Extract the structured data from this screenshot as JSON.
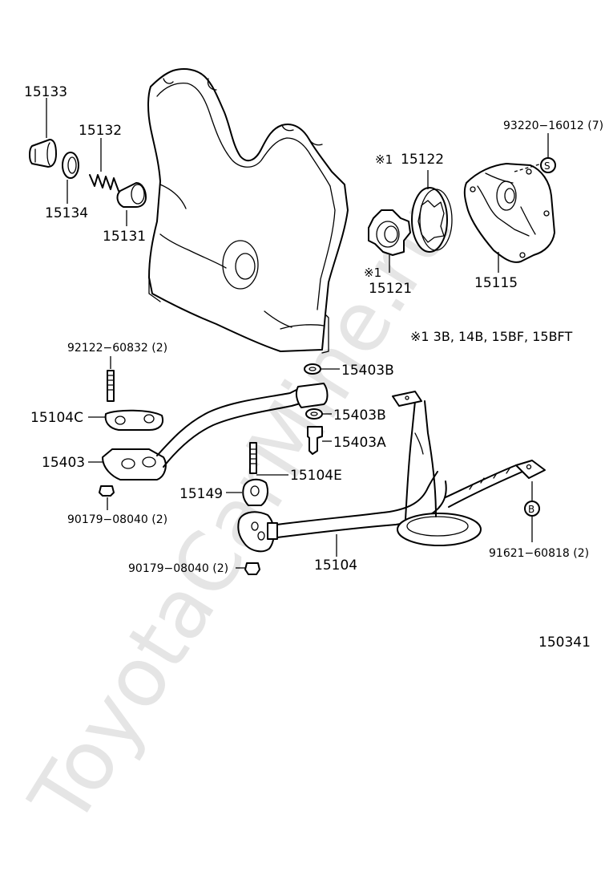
{
  "labels": {
    "p15133": "15133",
    "p15132": "15132",
    "p15134": "15134",
    "p15131": "15131",
    "bolt_93220": "93220−16012 (7)",
    "mark_s": "S",
    "mark_1_top": "※1",
    "p15122": "15122",
    "mark_1_bottom": "※1",
    "p15121": "15121",
    "p15115": "15115",
    "note": "※1 3B, 14B, 15BF, 15BFT",
    "stud_92122": "92122−60832 (2)",
    "p15403B_a": "15403B",
    "p15104C": "15104C",
    "p15403B_b": "15403B",
    "p15403A": "15403A",
    "p15403": "15403",
    "p15104E": "15104E",
    "p15149": "15149",
    "nut_90179_a": "90179−08040 (2)",
    "nut_90179_b": "90179−08040 (2)",
    "p15104": "15104",
    "mark_b": "B",
    "bolt_91621": "91621−60818 (2)",
    "figure_no": "150341"
  },
  "watermark": "ToyotaCarMine.ru"
}
